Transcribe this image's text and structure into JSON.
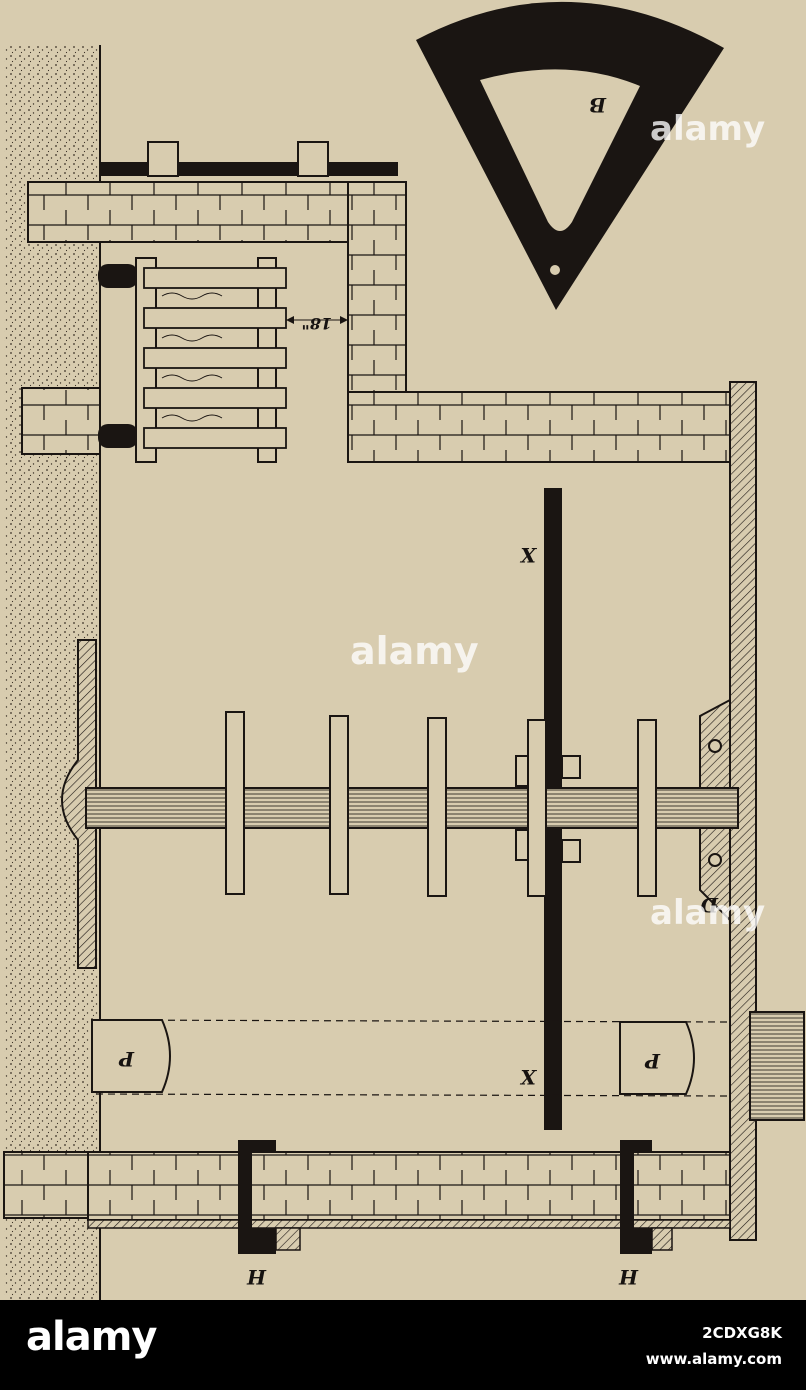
{
  "diagram": {
    "labels": {
      "b": "B",
      "x_top": "X",
      "x_bottom": "X",
      "p_left": "P",
      "p_right": "P",
      "h_left": "H",
      "h_right": "H",
      "d": "D",
      "dimension": "18\""
    }
  },
  "watermarks": {
    "center": "alamy",
    "right_top": "alamy",
    "right_bottom": "alamy"
  },
  "footer": {
    "logo": "alamy",
    "image_id": "2CDXG8K",
    "url": "www.alamy.com"
  },
  "colors": {
    "paper": "#d8ccaf",
    "ink": "#1a1512",
    "footer_bg": "#000000",
    "footer_text": "#ffffff"
  }
}
